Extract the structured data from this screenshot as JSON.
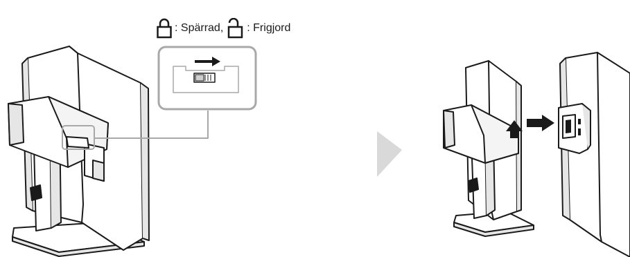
{
  "legend": {
    "locked_icon": "padlock-closed-icon",
    "locked_label": ": Spärrad,",
    "unlocked_icon": "padlock-open-icon",
    "unlocked_label": ": Frigjord"
  },
  "colors": {
    "line": "#1a1a1a",
    "callout_border": "#a8a8a8",
    "step_arrow": "#d9d9d9",
    "background": "#ffffff"
  },
  "steps": [
    {
      "name": "slide-lock-switch-to-unlock",
      "arrow_icon": "arrow-right-icon"
    },
    {
      "name": "lift-and-remove-monitor",
      "arrow_icons": [
        "arrow-up-icon",
        "arrow-right-icon"
      ]
    }
  ]
}
